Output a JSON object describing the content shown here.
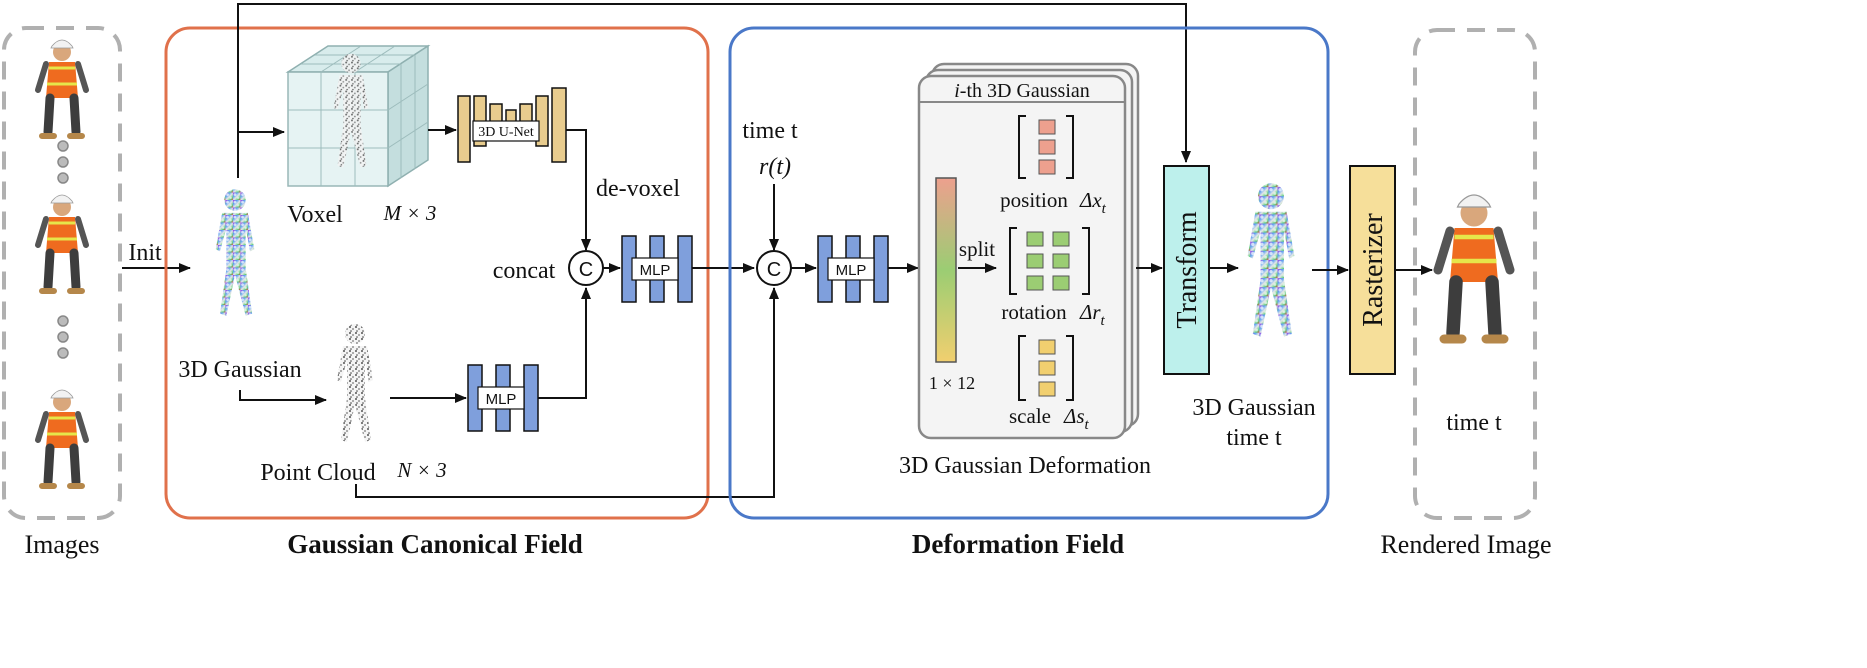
{
  "images_label": "Images",
  "rendered_label": "Rendered Image",
  "init_label": "Init",
  "canonical": {
    "title": "Gaussian Canonical Field",
    "voxel_label": "Voxel",
    "voxel_dims": "M × 3",
    "unet_label": "3D U-Net",
    "devoxel_label": "de-voxel",
    "concat_label": "concat",
    "concat_symbol": "C",
    "mlp_label": "MLP",
    "gaussian_label": "3D Gaussian",
    "pointcloud_label": "Point Cloud",
    "pointcloud_dims": "N × 3"
  },
  "deformation": {
    "title": "Deformation Field",
    "time_label": "time t",
    "rt_label": "r(t)",
    "concat_symbol": "C",
    "mlp_label": "MLP",
    "card_title_ith": "i",
    "card_title_rest": "-th 3D Gaussian",
    "vector_dims": "1 × 12",
    "split_label": "split",
    "position_label": "position",
    "position_delta": "Δx",
    "position_sub": "t",
    "rotation_label": "rotation",
    "rotation_delta": "Δr",
    "rotation_sub": "t",
    "scale_label": "scale",
    "scale_delta": "Δs",
    "scale_sub": "t",
    "deform_caption": "3D Gaussian Deformation"
  },
  "transform_label": "Transform",
  "gaussian_time_line1": "3D Gaussian",
  "gaussian_time_line2": "time t",
  "rasterizer_label": "Rasterizer",
  "rendered_time": "time t",
  "colors": {
    "canonical_border": "#e0714b",
    "deformation_border": "#4a78c8",
    "mlp_fill": "#7f9fdc",
    "unet_fill": "#e8cc8e",
    "transform_fill": "#bdf0ec",
    "rasterizer_fill": "#f6df9a",
    "position_fill": "#eda08e",
    "rotation_fill": "#9bcd73",
    "scale_fill": "#f1cf6f",
    "dashed_border": "#b0b0b0"
  },
  "icons": [
    "worker-figure-icon",
    "gaussian-figure-icon",
    "point-cloud-icon",
    "voxel-grid-icon"
  ]
}
